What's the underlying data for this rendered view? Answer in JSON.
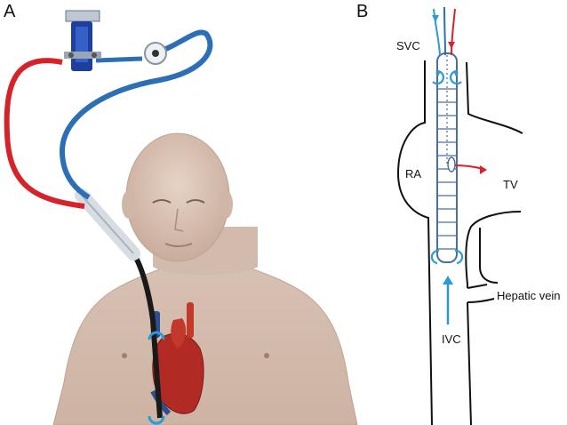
{
  "panels": {
    "a": {
      "letter": "A"
    },
    "b": {
      "letter": "B"
    }
  },
  "labels": {
    "svc": "SVC",
    "ra": "RA",
    "tv": "TV",
    "hepatic_vein": "Hepatic vein",
    "ivc": "IVC"
  },
  "colors": {
    "arterial": "#d6232a",
    "venous": "#2d6fb5",
    "flow_arrow": "#2b9ad6",
    "catheter": "#1a1a1a",
    "skin": "#d9c3b5",
    "pump": "#1f3f9c"
  }
}
